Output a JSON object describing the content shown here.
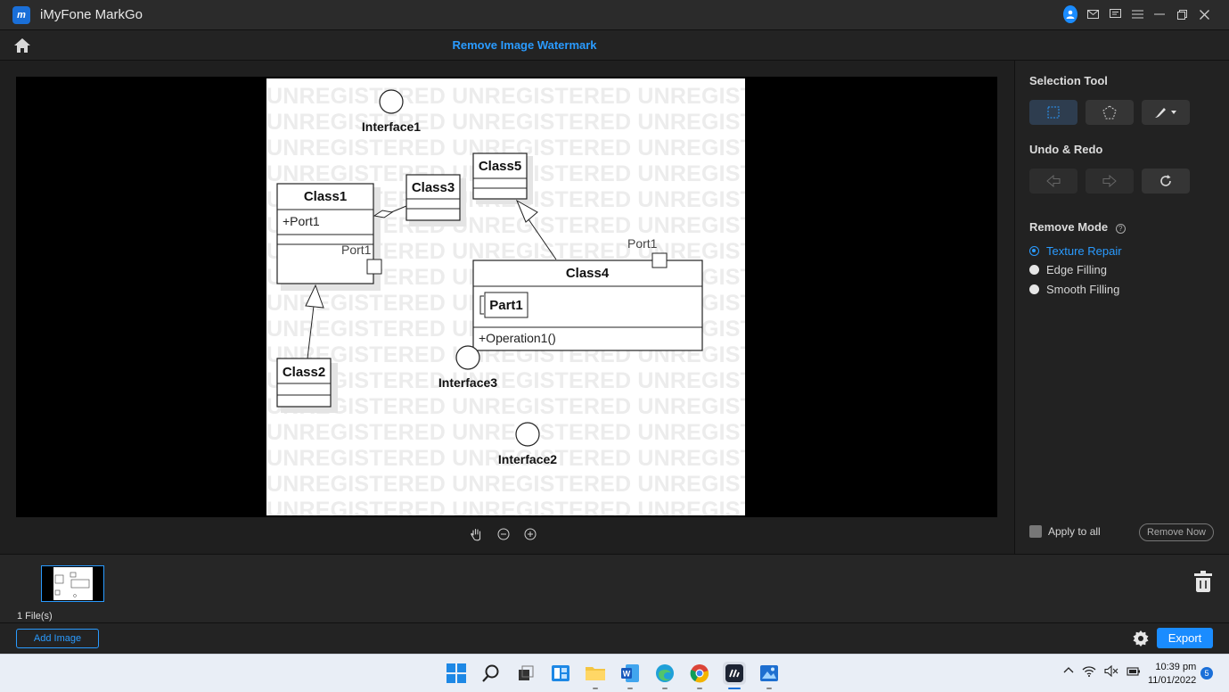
{
  "app": {
    "title": "iMyFone MarkGo",
    "logo_text": "m"
  },
  "header": {
    "title": "Remove Image Watermark"
  },
  "diagram": {
    "watermark_text": "UNREGISTERED UNREGISTERED UNREGISTERED",
    "interfaces": [
      "Interface1",
      "Interface3",
      "Interface2"
    ],
    "class1": {
      "name": "Class1",
      "attr": "+Port1",
      "port": "Port1"
    },
    "class2": {
      "name": "Class2"
    },
    "class3": {
      "name": "Class3"
    },
    "class4": {
      "name": "Class4",
      "port": "Port1",
      "part": "Part1",
      "op": "+Operation1()"
    },
    "class5": {
      "name": "Class5"
    }
  },
  "selection_tool": {
    "heading": "Selection Tool"
  },
  "undo_redo": {
    "heading": "Undo & Redo"
  },
  "remove_mode": {
    "heading": "Remove Mode",
    "options": [
      "Texture Repair",
      "Edge Filling",
      "Smooth Filling"
    ],
    "selected": "Texture Repair"
  },
  "apply_all": {
    "label": "Apply to all"
  },
  "remove_now": {
    "label": "Remove Now"
  },
  "files": {
    "count_label": "1 File(s)"
  },
  "bottom": {
    "add_image": "Add Image",
    "export": "Export"
  },
  "taskbar": {
    "time": "10:39 pm",
    "date": "11/01/2022",
    "notifications": "5"
  }
}
